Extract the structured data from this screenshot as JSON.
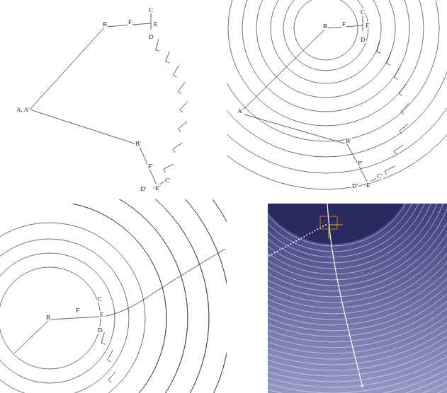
{
  "diagram": {
    "labels": [
      "B",
      "F",
      "C",
      "E",
      "D",
      "A, A'",
      "B'",
      "F'",
      "C'",
      "D'",
      "E'",
      "B",
      "F",
      "C",
      "E",
      "D",
      "A'",
      "B'",
      "F'",
      "C'",
      "D'",
      "E'",
      "B",
      "F",
      "C",
      "E",
      "D"
    ]
  }
}
